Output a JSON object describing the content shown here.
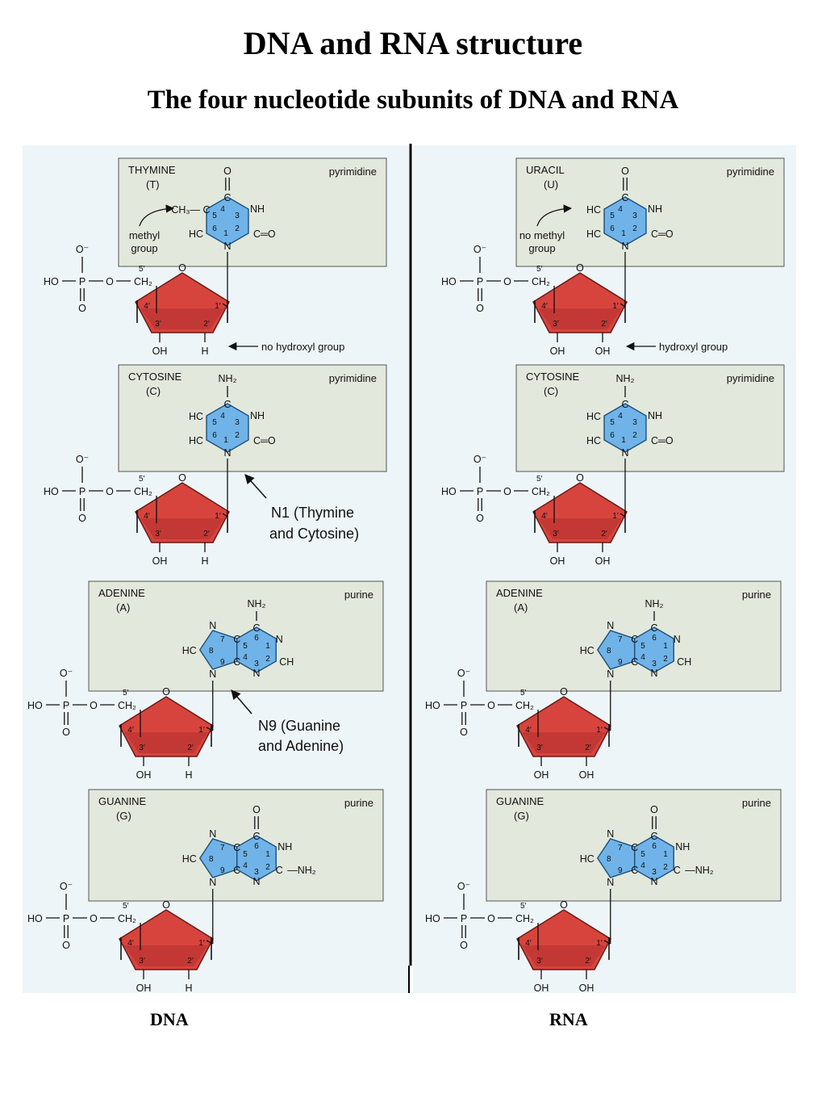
{
  "title": "DNA and RNA structure",
  "subtitle": "The four nucleotide subunits of DNA and RNA",
  "colors": {
    "panel": "#e2e8dc",
    "base_ring": "#6fb3e8",
    "sugar": "#d7443e",
    "page_tint": "#eef5f8"
  },
  "columns": {
    "dna": "DNA",
    "rna": "RNA"
  },
  "annotations": {
    "n1": [
      "N1 (Thymine",
      "and Cytosine)"
    ],
    "n9": [
      "N9 (Guanine",
      "and Adenine)"
    ]
  },
  "common": {
    "phosphate": {
      "o_minus": "O⁻",
      "ho": "HO",
      "p": "P",
      "o": "O",
      "o_double": "O",
      "ch2": "CH₂"
    },
    "sugar": {
      "c5": "5′",
      "c4": "4′",
      "c3": "3′",
      "c2": "2′",
      "c1": "1′",
      "oh": "OH",
      "h": "H"
    },
    "atoms": {
      "o": "O",
      "c": "C",
      "n": "N",
      "nh": "NH",
      "hc": "HC",
      "ch": "CH",
      "nh2": "NH₂",
      "nh2_side": "—NH₂",
      "c_o": "C═O",
      "ch3": "CH₃—"
    },
    "ring_numbers": {
      "n1": "1",
      "n2": "2",
      "n3": "3",
      "n4": "4",
      "n5": "5",
      "n6": "6",
      "n7": "7",
      "n8": "8",
      "n9": "9"
    }
  },
  "dna": {
    "thymine": {
      "name": "THYMINE",
      "abbr": "(T)",
      "type": "pyrimidine",
      "side_label": [
        "methyl",
        "group"
      ],
      "note": "no hydroxyl group"
    },
    "cytosine": {
      "name": "CYTOSINE",
      "abbr": "(C)",
      "type": "pyrimidine"
    },
    "adenine": {
      "name": "ADENINE",
      "abbr": "(A)",
      "type": "purine"
    },
    "guanine": {
      "name": "GUANINE",
      "abbr": "(G)",
      "type": "purine"
    }
  },
  "rna": {
    "uracil": {
      "name": "URACIL",
      "abbr": "(U)",
      "type": "pyrimidine",
      "side_label": [
        "no methyl",
        "group"
      ],
      "note": "hydroxyl group"
    },
    "cytosine": {
      "name": "CYTOSINE",
      "abbr": "(C)",
      "type": "pyrimidine"
    },
    "adenine": {
      "name": "ADENINE",
      "abbr": "(A)",
      "type": "purine"
    },
    "guanine": {
      "name": "GUANINE",
      "abbr": "(G)",
      "type": "purine"
    }
  }
}
